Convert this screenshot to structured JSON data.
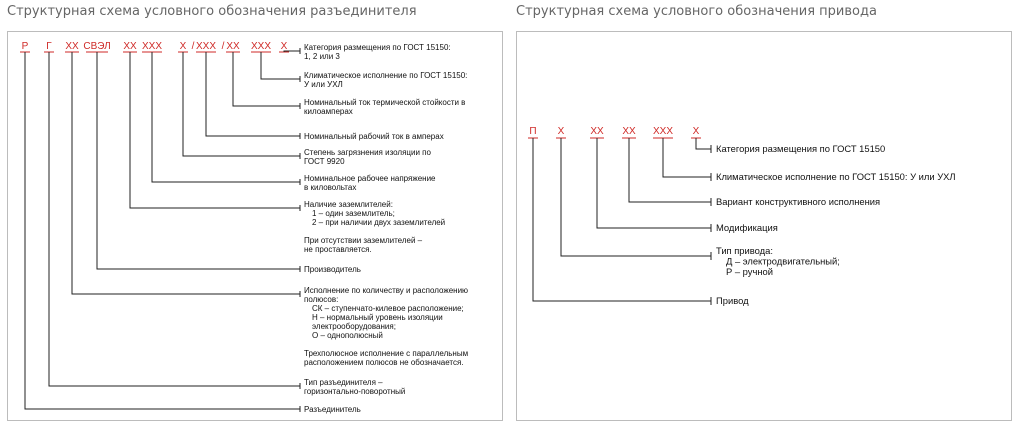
{
  "headings": {
    "disconnector": "Структурная схема условного обозначения разъединителя",
    "drive": "Структурная схема условного обозначения привода"
  },
  "disconnector": {
    "codes": [
      "Р",
      "Г",
      "ХХ",
      "СВЭЛ",
      "ХХ",
      "ХХХ",
      "Х",
      "/",
      "ХХХ",
      "/",
      "ХХ",
      "ХХХ",
      "Х"
    ],
    "items": [
      [
        "Категория размещения по ГОСТ 15150:",
        "1, 2 или 3"
      ],
      [
        "Климатическое исполнение по ГОСТ 15150:",
        "У или УХЛ"
      ],
      [
        "Номинальный ток термической стойкости в",
        "килоамперах"
      ],
      [
        "Номинальный рабочий ток в амперах"
      ],
      [
        "Степень загрязнения изоляции по",
        "ГОСТ 9920"
      ],
      [
        "Номинальное рабочее напряжение",
        "в киловольтах"
      ],
      [
        "Наличие заземлителей:",
        "1 – один заземлитель;",
        "2 – при наличии двух заземлителей",
        "",
        "При отсутствии заземлителей –",
        "не проставляется."
      ],
      [
        "Производитель"
      ],
      [
        "Исполнение по количеству и расположению",
        "полюсов:",
        "СК – ступенчато-килевое расположение;",
        "Н – нормальный уровень изоляции",
        "электрооборудования;",
        "О – однополюсный",
        "",
        "Трехполюсное исполнение с параллельным",
        "расположением полюсов не обозначается."
      ],
      [
        "Тип разъединителя –",
        "горизонтально-поворотный"
      ],
      [
        "Разъединитель"
      ]
    ]
  },
  "drive": {
    "codes": [
      "П",
      "Х",
      "ХХ",
      "ХХ",
      "ХХХ",
      "Х"
    ],
    "items": [
      [
        "Категория размещения по ГОСТ 15150"
      ],
      [
        "Климатическое исполнение по ГОСТ 15150: У или УХЛ"
      ],
      [
        "Вариант конструктивного исполнения"
      ],
      [
        "Модификация"
      ],
      [
        "Тип привода:",
        "Д – электродвигательный;",
        "Р – ручной"
      ],
      [
        "Привод"
      ]
    ]
  }
}
